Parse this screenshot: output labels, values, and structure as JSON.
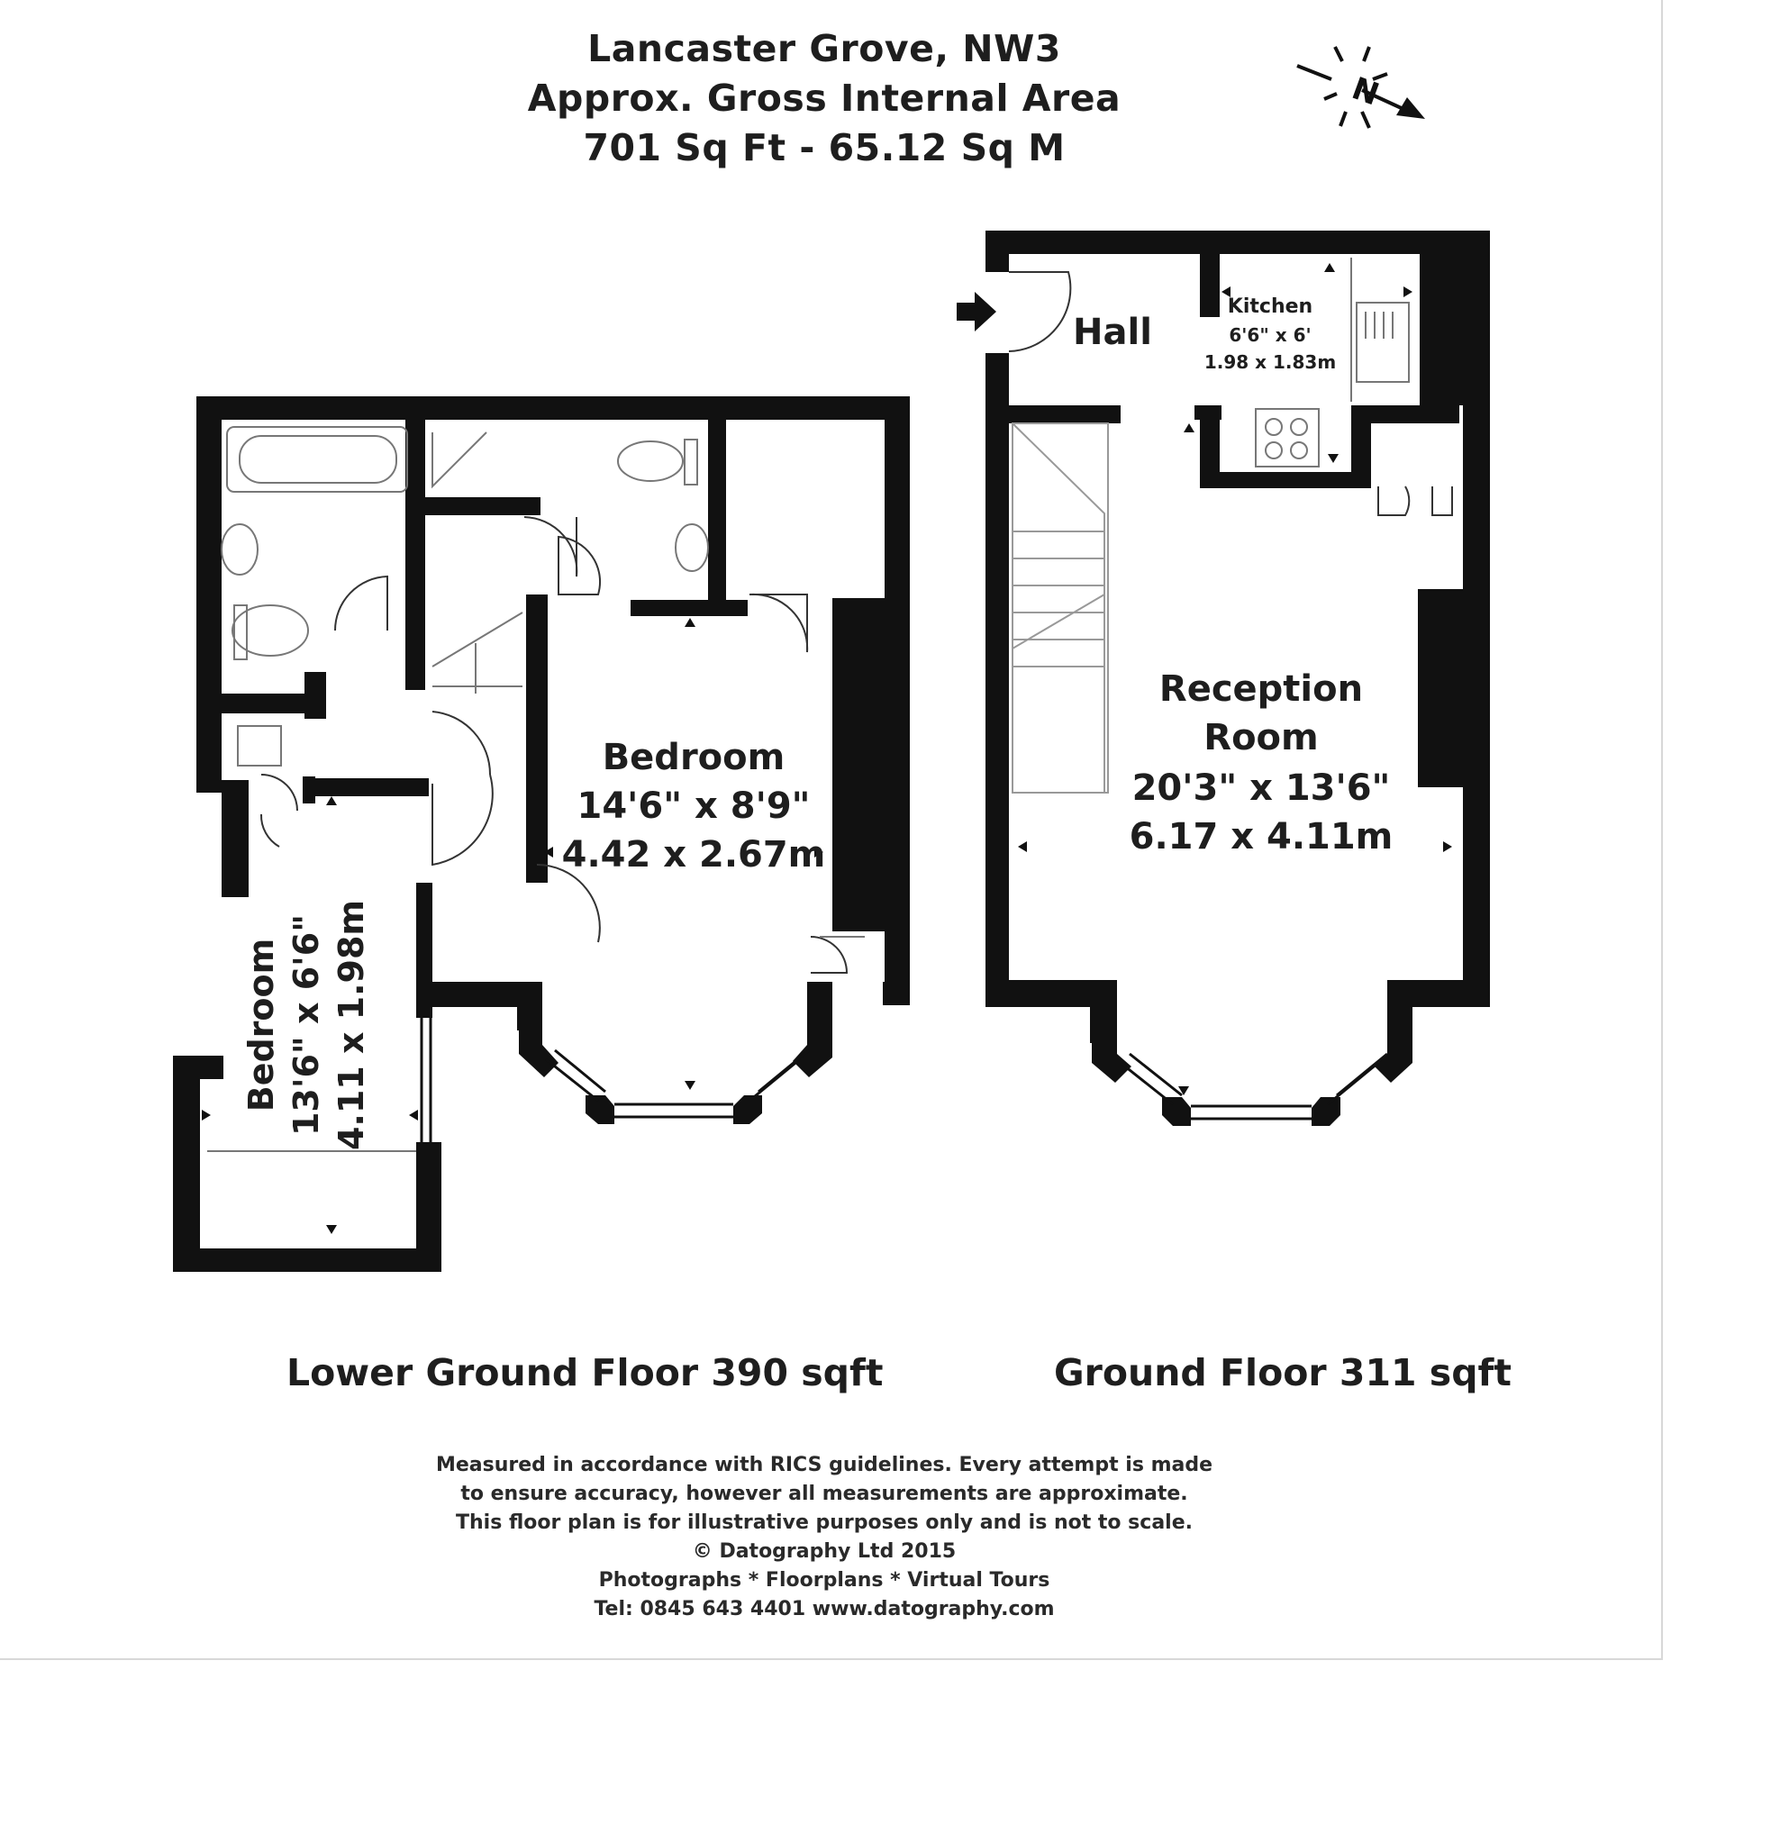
{
  "header": {
    "line1": "Lancaster Grove, NW3",
    "line2": "Approx. Gross Internal Area",
    "line3": "701 Sq Ft  -  65.12 Sq M"
  },
  "compass": {
    "icon": "north-compass-icon",
    "letter": "N"
  },
  "lower_ground": {
    "floor_label": "Lower Ground Floor 390 sqft",
    "bedroom_main": {
      "name": "Bedroom",
      "imperial": "14'6\" x 8'9\"",
      "metric": "4.42 x 2.67m"
    },
    "bedroom_small": {
      "name": "Bedroom",
      "imperial": "13'6\" x 6'6\"",
      "metric": "4.11 x 1.98m"
    }
  },
  "ground": {
    "floor_label": "Ground Floor 311 sqft",
    "hall": {
      "name": "Hall"
    },
    "kitchen": {
      "name": "Kitchen",
      "imperial": "6'6\" x 6'",
      "metric": "1.98 x 1.83m"
    },
    "reception": {
      "name_line1": "Reception",
      "name_line2": "Room",
      "imperial": "20'3\" x 13'6\"",
      "metric": "6.17 x 4.11m"
    }
  },
  "disclaimer": {
    "line1": "Measured in accordance with RICS guidelines. Every attempt is made",
    "line2": "to ensure accuracy, however all measurements are approximate.",
    "line3": "This floor plan is for illustrative purposes only and is not to scale.",
    "line4": "© Datography Ltd 2015",
    "line5": "Photographs * Floorplans * Virtual Tours",
    "line6": "Tel: 0845 643 4401 www.datography.com"
  }
}
